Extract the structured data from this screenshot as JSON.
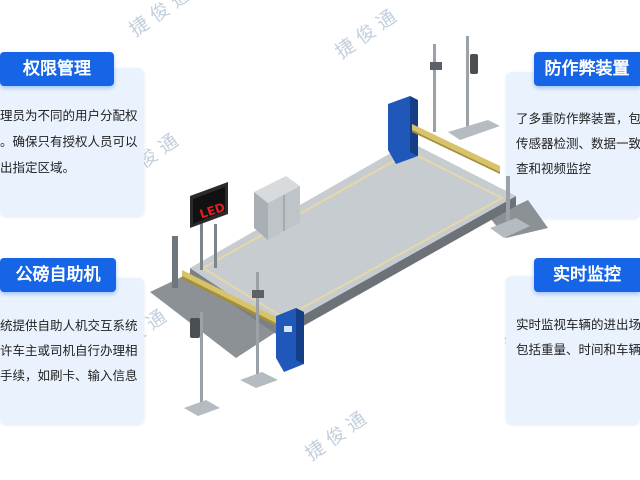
{
  "cards": {
    "top_left": {
      "title": "权限管理",
      "lines": [
        "理员为不同的用户分配权",
        "。确保只有授权人员可以",
        "出指定区域。"
      ]
    },
    "bottom_left": {
      "title": "公磅自助机",
      "lines": [
        "统提供自助人机交互系统",
        "许车主或司机自行办理相",
        "手续，如刷卡、输入信息"
      ]
    },
    "top_right": {
      "title": "防作弊装置",
      "lines": [
        "了多重防作弊装置，包",
        "传感器检测、数据一致",
        "查和视频监控"
      ]
    },
    "bottom_right": {
      "title": "实时监控",
      "lines": [
        "实时监视车辆的进出场",
        "包括重量、时间和车辆"
      ]
    }
  },
  "led_text": "LED",
  "watermark": "捷俊通",
  "colors": {
    "accent": "#1565e6",
    "panel": "#eaf2fd",
    "led_red": "#e02020"
  }
}
